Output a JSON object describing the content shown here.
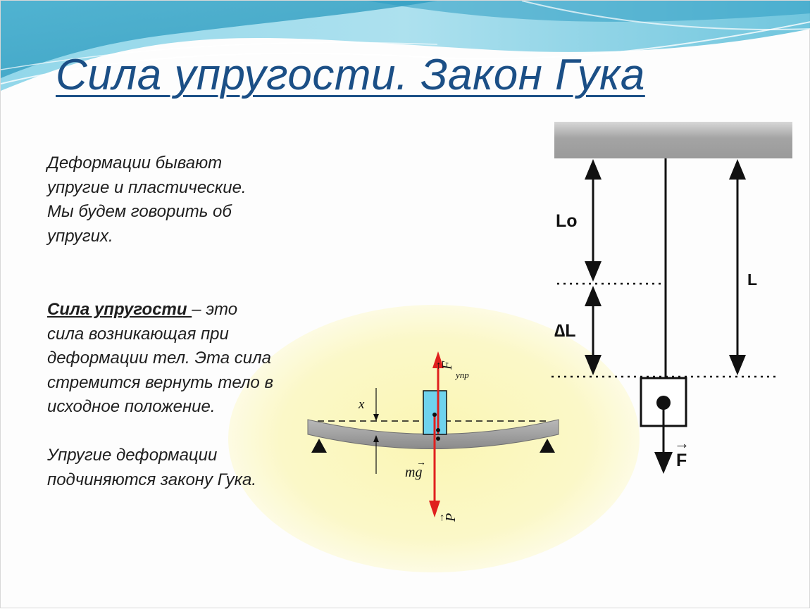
{
  "slide": {
    "title": "Сила упругости. Закон Гука",
    "para1": [
      "Деформации бывают",
      "упругие и пластические.",
      "Мы будем говорить об",
      "упругих."
    ],
    "definition": {
      "term": "Сила упругости ",
      "rest_first": "– это",
      "lines": [
        "сила возникающая при",
        "деформации тел. Эта сила",
        "стремится вернуть тело в",
        "исходное  положение."
      ]
    },
    "para3": [
      "Упругие деформации",
      "подчиняются закону Гука."
    ]
  },
  "spring_diagram": {
    "label_L0": "Lo",
    "label_L": "L",
    "label_dL": "∆L",
    "label_F": "F",
    "label_F_arrow": "→"
  },
  "beam_diagram": {
    "label_x": "x",
    "label_F_upr_letter": "F",
    "label_F_upr_sub": "упр",
    "label_mg": "mg",
    "label_P": "P",
    "vector_arrow": "→",
    "colors": {
      "force": "#e0201e",
      "block": "#6fd3ee",
      "beam": "#9a9a9a",
      "glow": "#fbf8c8"
    }
  },
  "colors": {
    "title": "#1b4f86",
    "ceiling": "#a9a9a9"
  }
}
